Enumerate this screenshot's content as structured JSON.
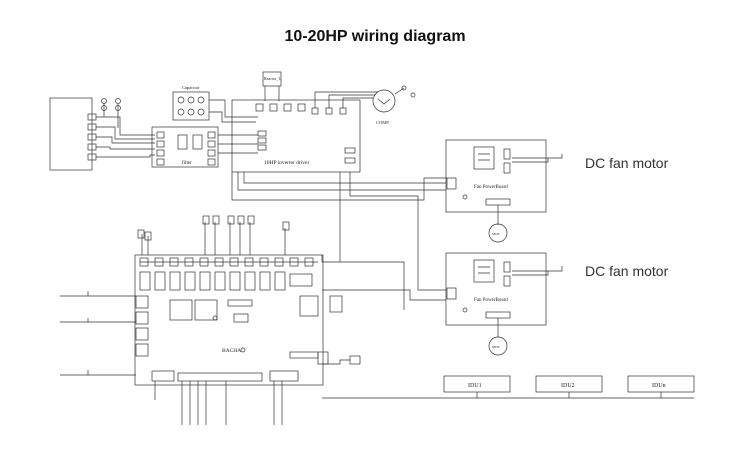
{
  "title": "10-20HP wiring diagram",
  "captions": {
    "fan1": "DC fan motor",
    "fan2": "DC fan motor"
  },
  "labels": {
    "capacitor": "Capacitor",
    "reactor": "Reactor_L",
    "compressor": "COMP.",
    "filter": "filter",
    "inverter": "10HP inverter driver",
    "fan_board_1": "Fan PowerBoard",
    "fan_board_2": "Fan PowerBoard",
    "main_board": "BACHA",
    "idu1": "IDU1",
    "idu2": "IDU2",
    "idun": "IDUn",
    "motor1": "MOT",
    "motor2": "MOT"
  },
  "colors": {
    "line": "#333333",
    "text": "#222222"
  }
}
